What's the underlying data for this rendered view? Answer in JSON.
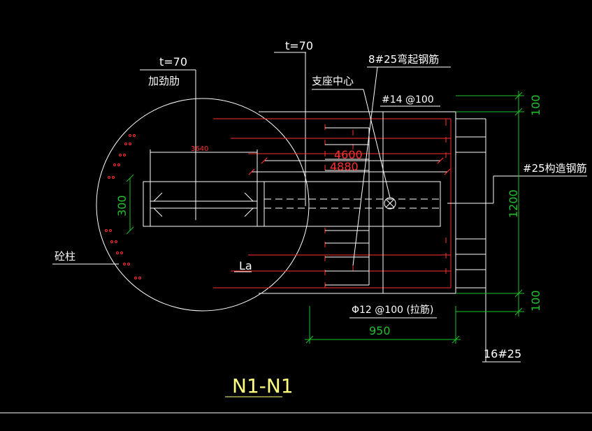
{
  "drawing": {
    "title": "N1-N1",
    "labels": {
      "stiffener_thickness": "t=70",
      "stiffener": "加劲肋",
      "plate_thickness": "t=70",
      "bent_bars": "8#25弯起钢筋",
      "support_center": "支座中心",
      "stirrup": "#14 @100",
      "construction_bars": "#25构造钢筋",
      "column": "砼柱",
      "anchorage": "La",
      "tie_bars": "Φ12 @100 (拉筋)",
      "bottom_bars": "16#25"
    },
    "dimensions": {
      "dim_3640": "3640",
      "dim_4600": "4600",
      "dim_4880": "4880",
      "dim_300": "300",
      "dim_100_top": "100",
      "dim_1200": "1200",
      "dim_100_bottom": "100",
      "dim_950": "950"
    },
    "colors": {
      "line": "#ffffff",
      "rebar": "#ff3030",
      "dimension": "#1fbf2a",
      "title": "#ffff80"
    }
  }
}
